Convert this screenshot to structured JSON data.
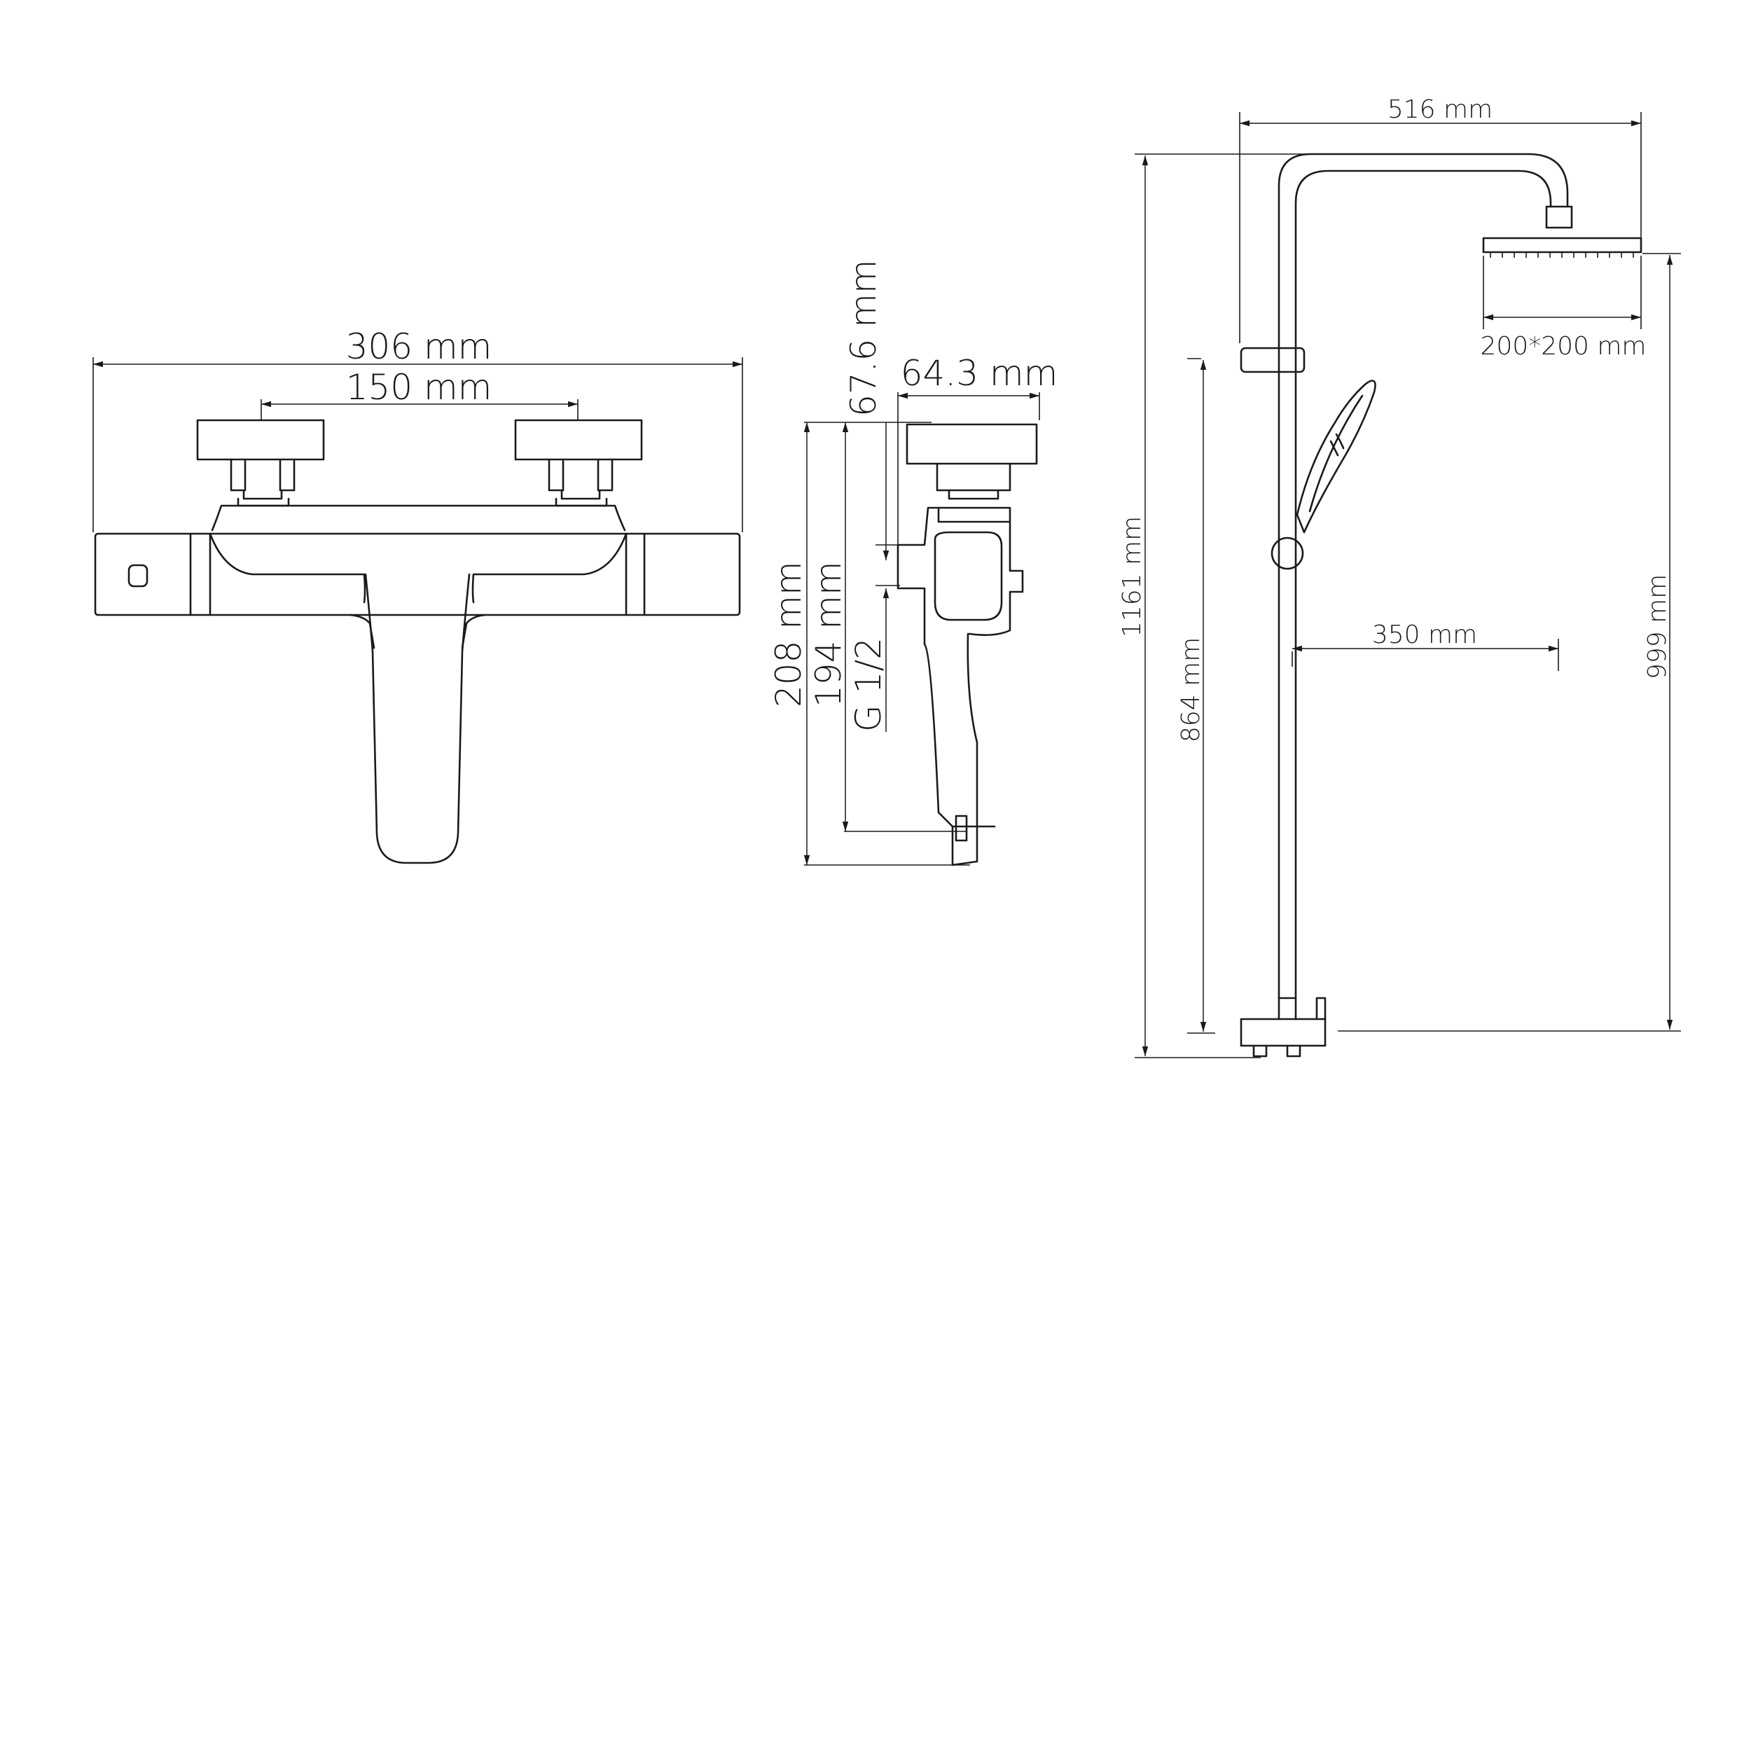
{
  "diagram": {
    "labels": {
      "mixer_width": "306 mm",
      "handle_spacing": "150 mm",
      "side_height_total": "208 mm",
      "side_height_spout": "194 mm",
      "thread": "G 1/2",
      "side_offset": "67.6 mm",
      "side_depth": "64.3 mm",
      "column_width": "516 mm",
      "column_height": "1161 mm",
      "rail_height": "864 mm",
      "hose_length": "350 mm",
      "head_height": "999 mm",
      "head_size": "200*200 mm"
    }
  }
}
